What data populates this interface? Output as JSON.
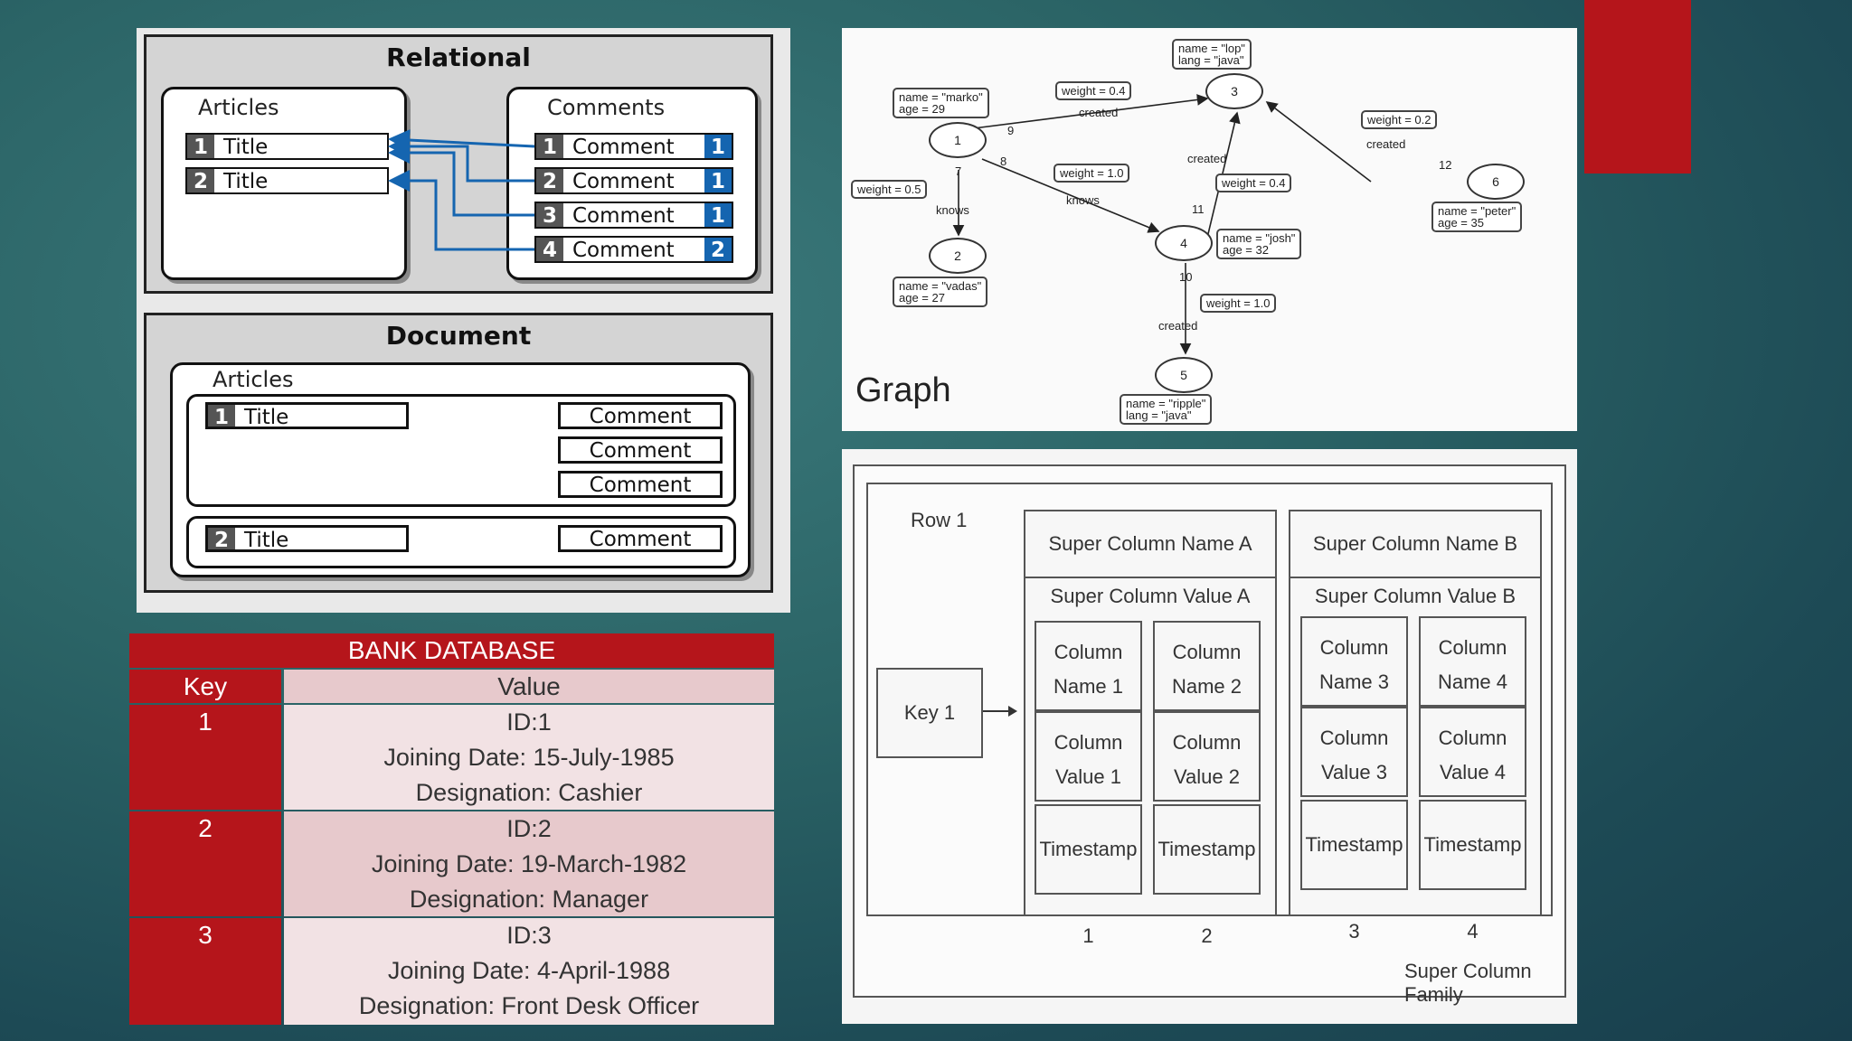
{
  "relational": {
    "title": "Relational",
    "articles_label": "Articles",
    "comments_label": "Comments",
    "articles": [
      {
        "num": "1",
        "label": "Title"
      },
      {
        "num": "2",
        "label": "Title"
      }
    ],
    "comments": [
      {
        "num": "1",
        "label": "Comment",
        "ref": "1"
      },
      {
        "num": "2",
        "label": "Comment",
        "ref": "1"
      },
      {
        "num": "3",
        "label": "Comment",
        "ref": "1"
      },
      {
        "num": "4",
        "label": "Comment",
        "ref": "2"
      }
    ]
  },
  "document": {
    "title": "Document",
    "articles_label": "Articles",
    "docs": [
      {
        "num": "1",
        "label": "Title",
        "comments": [
          "Comment",
          "Comment",
          "Comment"
        ]
      },
      {
        "num": "2",
        "label": "Title",
        "comments": [
          "Comment"
        ]
      }
    ]
  },
  "graph": {
    "caption": "Graph",
    "nodes": [
      "1",
      "2",
      "3",
      "4",
      "5",
      "6"
    ],
    "props": {
      "marko": "name = \"marko\"\nage = 29",
      "lop": "name = \"lop\"\nlang = \"java\"",
      "vadas": "name = \"vadas\"\nage = 27",
      "josh": "name = \"josh\"\nage = 32",
      "peter": "name = \"peter\"\nage = 35",
      "ripple": "name = \"ripple\"\nlang = \"java\""
    },
    "weights": {
      "w9": "weight = 0.4",
      "w7": "weight = 0.5",
      "w8": "weight = 1.0",
      "w11": "weight = 0.4",
      "w12": "weight = 0.2",
      "w10": "weight = 1.0"
    },
    "edge_labels": {
      "e9": "created",
      "e7": "knows",
      "e8": "knows",
      "e11": "created",
      "e12": "created",
      "e10": "created"
    },
    "edge_ids": {
      "e9": "9",
      "e7": "7",
      "e8": "8",
      "e11": "11",
      "e12": "12",
      "e10": "10"
    }
  },
  "super_column": {
    "row_label": "Row 1",
    "key_label": "Key 1",
    "family_label": "Super Column Family",
    "groups": [
      {
        "name": "Super Column Name A",
        "value": "Super Column Value A",
        "columns": [
          {
            "name": "Column Name 1",
            "value": "Column Value 1",
            "timestamp": "Timestamp 1"
          },
          {
            "name": "Column Name 2",
            "value": "Column Value 2",
            "timestamp": "Timestamp 2"
          }
        ]
      },
      {
        "name": "Super Column Name B",
        "value": "Super Column Value B",
        "columns": [
          {
            "name": "Column Name 3",
            "value": "Column Value 3",
            "timestamp": "Timestamp 3"
          },
          {
            "name": "Column Name 4",
            "value": "Column Value 4",
            "timestamp": "Timestamp 4"
          }
        ]
      }
    ]
  },
  "bank": {
    "title": "BANK  DATABASE",
    "key_header": "Key",
    "value_header": "Value",
    "rows": [
      {
        "key": "1",
        "lines": [
          "ID:1",
          "Joining Date: 15-July-1985",
          "Designation: Cashier"
        ]
      },
      {
        "key": "2",
        "lines": [
          "ID:2",
          "Joining Date: 19-March-1982",
          "Designation: Manager"
        ]
      },
      {
        "key": "3",
        "lines": [
          "ID:3",
          "Joining Date: 4-April-1988",
          "Designation: Front Desk Officer"
        ]
      }
    ]
  },
  "colors": {
    "accent_red": "#b5151b",
    "row_light": "#f2e2e4",
    "row_mid": "#e7c9cc",
    "link_blue": "#1565b0"
  }
}
